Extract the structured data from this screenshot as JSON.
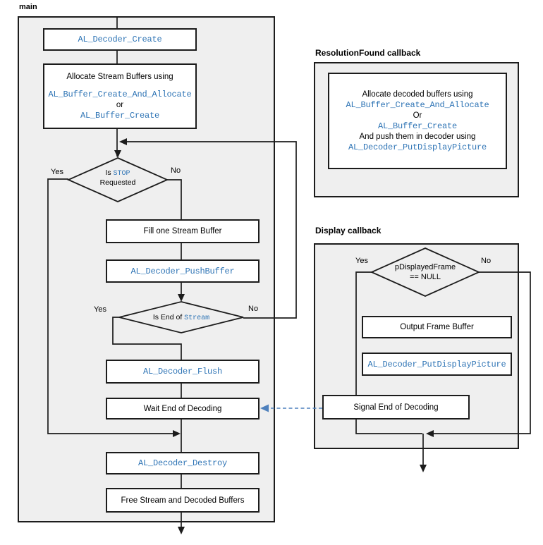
{
  "colors": {
    "container_fill": "#efefef",
    "box_fill": "#ffffff",
    "line_black": "#1c1c1c",
    "code_blue": "#2e74b5",
    "dashed_arrow_blue": "#4f81bd"
  },
  "main": {
    "label": "main",
    "create_box": "AL_Decoder_Create",
    "allocate_box": {
      "line1": "Allocate Stream Buffers using",
      "code1": "AL_Buffer_Create_And_Allocate",
      "or": "or",
      "code2": "AL_Buffer_Create"
    },
    "stop_diamond": {
      "text_prefix": "Is ",
      "text_code": "STOP",
      "text_line2": "Requested",
      "yes": "Yes",
      "no": "No"
    },
    "fill_box": "Fill one Stream Buffer",
    "push_box": "AL_Decoder_PushBuffer",
    "eos_diamond": {
      "text_prefix": "Is End of ",
      "text_code": "Stream",
      "yes": "Yes",
      "no": "No"
    },
    "flush_box": "AL_Decoder_Flush",
    "wait_box": "Wait End of Decoding",
    "destroy_box": "AL_Decoder_Destroy",
    "free_box": "Free Stream and Decoded Buffers"
  },
  "resolution_callback": {
    "label": "ResolutionFound callback",
    "box": {
      "line1": "Allocate decoded buffers using",
      "code1": "AL_Buffer_Create_And_Allocate",
      "or": "Or",
      "code2": "AL_Buffer_Create",
      "line2": "And push them in decoder using",
      "code3": "AL_Decoder_PutDisplayPicture"
    }
  },
  "display_callback": {
    "label": "Display callback",
    "null_diamond": {
      "line1": "pDisplayedFrame",
      "line2": "== NULL",
      "yes": "Yes",
      "no": "No"
    },
    "output_box": "Output Frame Buffer",
    "put_box": "AL_Decoder_PutDisplayPicture",
    "signal_box": "Signal End of Decoding"
  }
}
